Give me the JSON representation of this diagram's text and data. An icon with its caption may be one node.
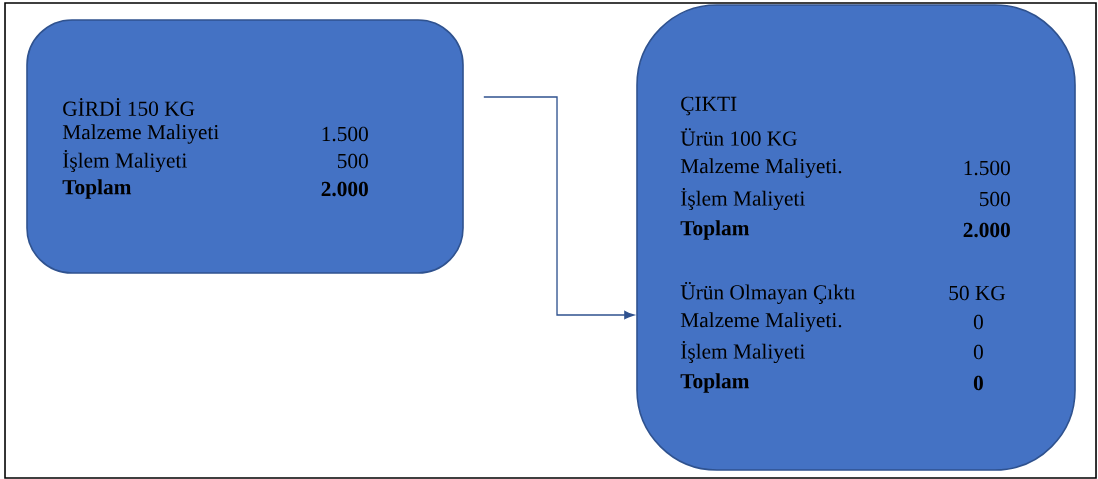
{
  "diagram": {
    "nodes": [
      {
        "text": [
          "GİRDİ 150 KG",
          "Malzeme Maliyeti",
          "1.500",
          "İşlem Maliyeti",
          "500",
          "Toplam",
          "2.000"
        ]
      },
      {
        "text": [
          "ÇIKTI",
          "Ürün 100 KG",
          "Malzeme Maliyeti.",
          "1.500",
          "İşlem Maliyeti",
          "500",
          "Toplam",
          "2.000",
          "Ürün Olmayan Çıktı",
          "50 KG",
          "Malzeme Maliyeti.",
          "0",
          "İşlem Maliyeti",
          "0",
          "Toplam",
          "0"
        ]
      }
    ],
    "edges": [
      {
        "from": 0,
        "to": 1,
        "arrow": "to"
      }
    ]
  }
}
